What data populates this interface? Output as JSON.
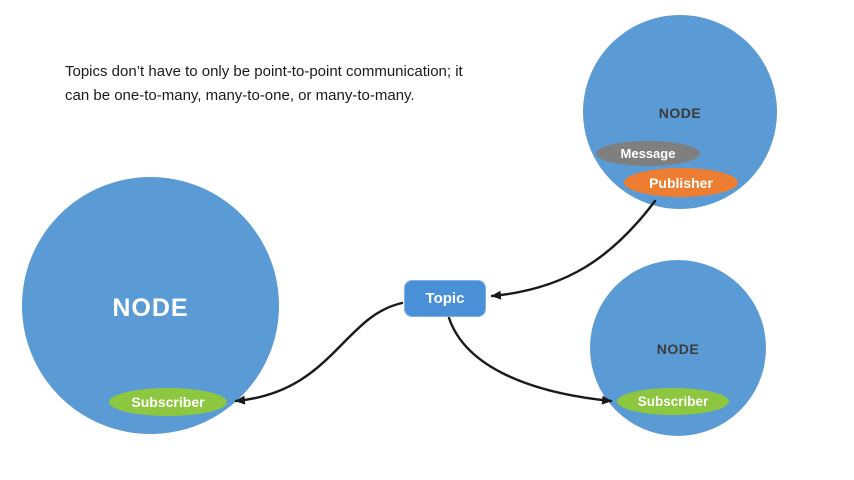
{
  "colors": {
    "node_blue": "#5b9bd5",
    "topic_blue": "#4a90d6",
    "subscriber_green": "#8dc63f",
    "publisher_orange": "#ed7d31",
    "message_gray": "#7f7f7f",
    "arrow_black": "#1a1a1a"
  },
  "caption": {
    "line1": "Topics don’t have to only be point-to-point communication; it",
    "line2": "can be one-to-many, many-to-one, or many-to-many."
  },
  "topic": {
    "label": "Topic"
  },
  "left_node": {
    "label": "NODE",
    "subscriber_label": "Subscriber"
  },
  "top_right_node": {
    "label": "NODE",
    "message_label": "Message",
    "publisher_label": "Publisher"
  },
  "bottom_right_node": {
    "label": "NODE",
    "subscriber_label": "Subscriber"
  }
}
